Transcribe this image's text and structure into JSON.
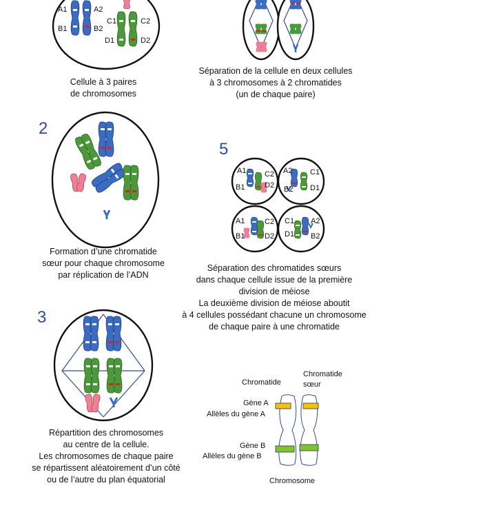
{
  "steps": {
    "step1": {
      "caption": "Cellule à 3 paires\nde chromosomes",
      "alleles": [
        "A1",
        "B1",
        "A2",
        "B2",
        "C1",
        "D1",
        "C2",
        "D2"
      ]
    },
    "step2": {
      "number": "2",
      "caption": "Formation d’une chromatide\nsœur pour chaque chromosome\npar réplication de l’ADN"
    },
    "step3": {
      "number": "3",
      "caption": "Répartition des chromosomes\nau centre de la cellule.\nLes chromosomes de chaque paire\nse répartissent aléatoirement d’un côté\nou de l’autre du plan équatorial"
    },
    "step4": {
      "caption": "Séparation de la cellule en deux cellules\nà 3 chromosomes à 2 chromatides\n(un de chaque paire)"
    },
    "step5": {
      "number": "5",
      "caption": "Séparation des chromatides sœurs\ndans chaque cellule issue de la première\ndivision de méiose\nLa deuxième division de méiose aboutit\nà 4 cellules possédant chacune un chromosome\nde chaque paire à une chromatide",
      "cells": [
        {
          "labels": [
            "A1",
            "B1",
            "C2",
            "D2"
          ]
        },
        {
          "labels": [
            "A2",
            "B2",
            "C1",
            "D1"
          ]
        },
        {
          "labels": [
            "A1",
            "B1",
            "C2",
            "D2"
          ]
        },
        {
          "labels": [
            "C1",
            "D1",
            "A2",
            "B2"
          ]
        }
      ]
    }
  },
  "legend": {
    "chromatide": "Chromatide",
    "chromatide_soeur": "Chromatide\nsœur",
    "gene_a": "Gène A",
    "alleles_a": "Allèles du gène A",
    "gene_b": "Gène B",
    "alleles_b": "Allèles du gène B",
    "chromosome": "Chromosome"
  },
  "colors": {
    "blue": "#3a6cc4",
    "green": "#4a9a3a",
    "pink": "#ee7f94",
    "red": "#e02020",
    "yellow": "#f4c20d",
    "gene_green": "#7cc531",
    "number": "#2f4aa0"
  }
}
